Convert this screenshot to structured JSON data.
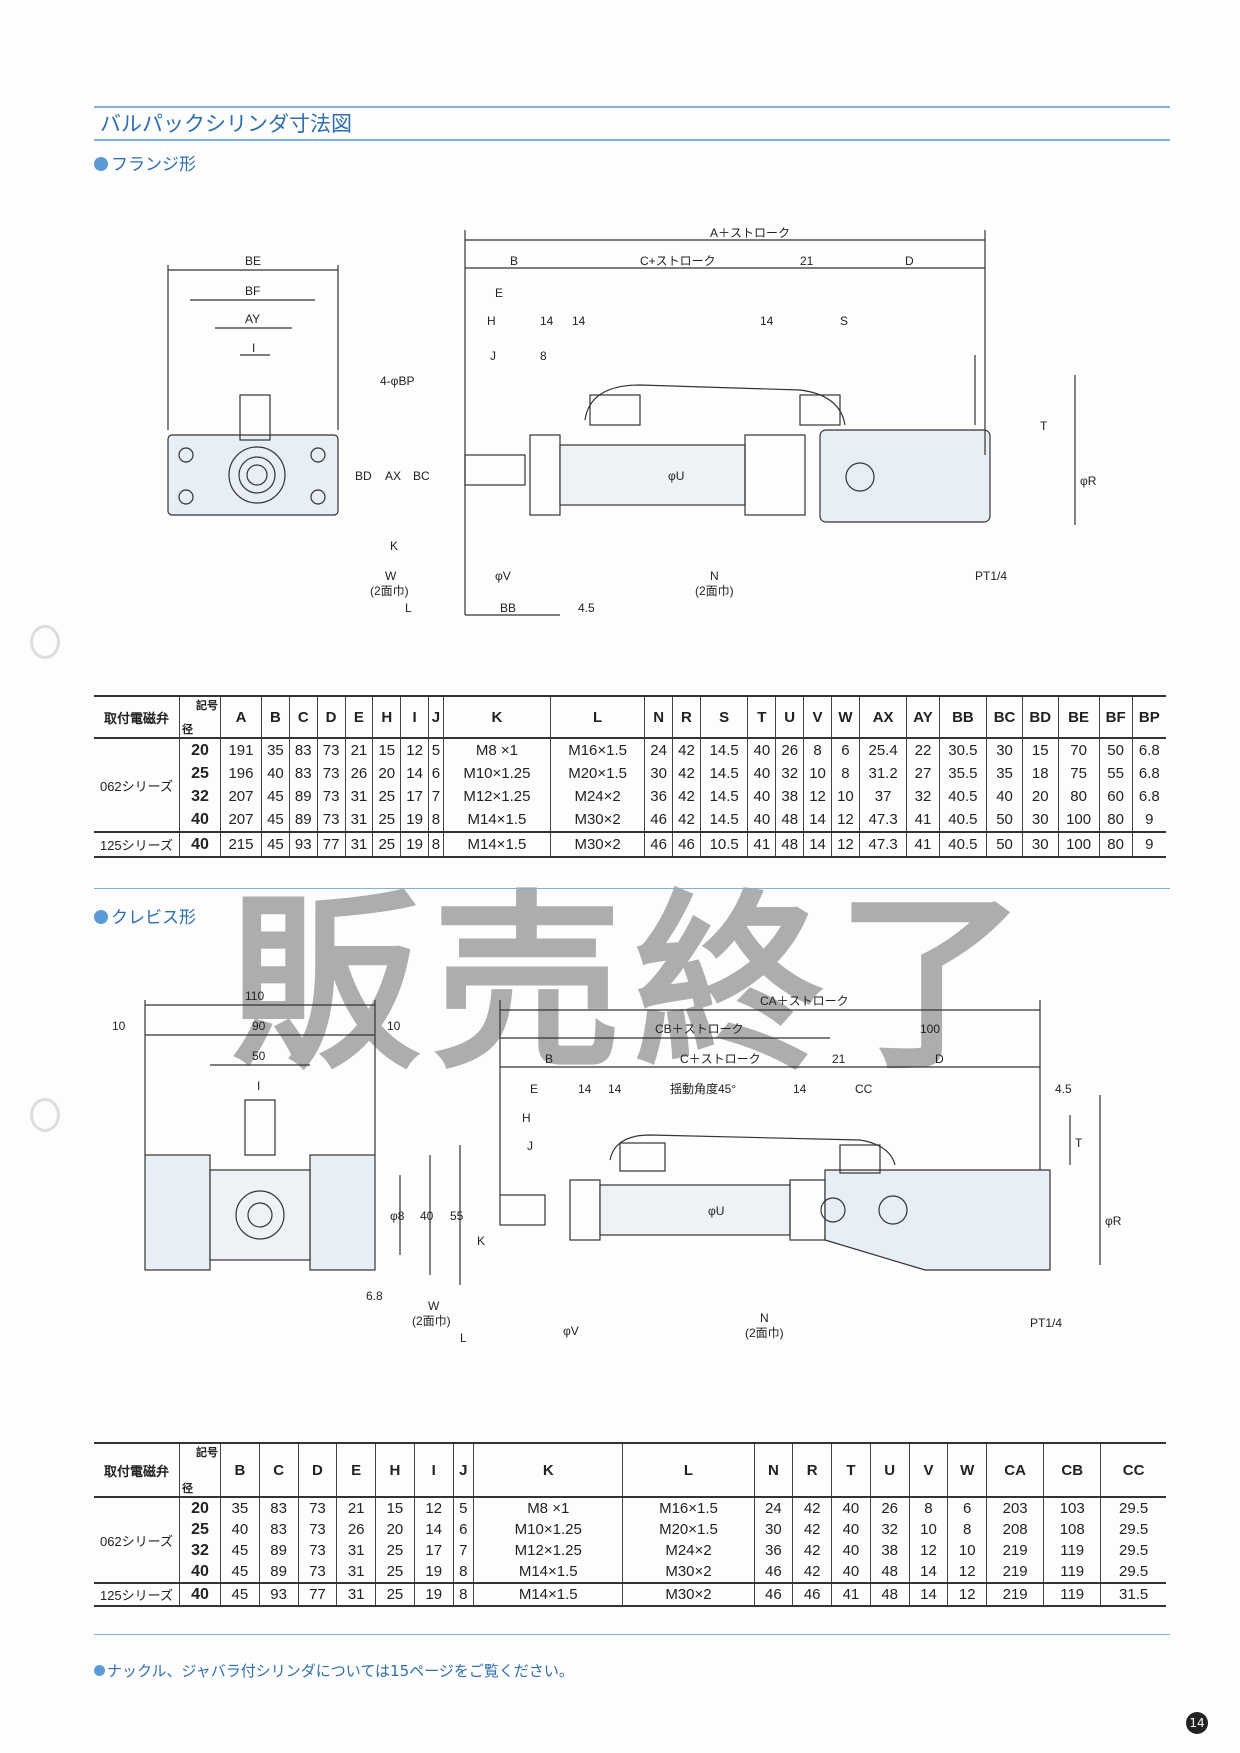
{
  "title": "バルパックシリンダ寸法図",
  "section1": "フランジ形",
  "section2": "クレビス形",
  "watermark": "販売終了",
  "drawing1": {
    "labels": [
      "BE",
      "BF",
      "AY",
      "I",
      "4-φBP",
      "BD",
      "AX",
      "BC",
      "A＋ストローク",
      "B",
      "C+ストローク",
      "21",
      "D",
      "E",
      "H",
      "14",
      "14",
      "J",
      "8",
      "14",
      "S",
      "T",
      "φR",
      "φU",
      "K",
      "W",
      "(2面巾)",
      "L",
      "φV",
      "N",
      "(2面巾)",
      "PT1/4",
      "BB",
      "4.5"
    ]
  },
  "drawing2": {
    "labels": [
      "110",
      "10",
      "90",
      "10",
      "50",
      "I",
      "φ8",
      "40",
      "55",
      "6.8",
      "CA＋ストローク",
      "CB＋ストローク",
      "100",
      "B",
      "C＋ストローク",
      "21",
      "D",
      "E",
      "14",
      "14",
      "揺動角度45°",
      "14",
      "CC",
      "4.5",
      "H",
      "J",
      "T",
      "φR",
      "φU",
      "K",
      "W",
      "(2面巾)",
      "L",
      "φV",
      "N",
      "(2面巾)",
      "PT1/4"
    ]
  },
  "table1": {
    "corner_top": "記号",
    "corner_bottom": "径",
    "headers": [
      "取付電磁弁",
      "",
      "A",
      "B",
      "C",
      "D",
      "E",
      "H",
      "I",
      "J",
      "K",
      "L",
      "N",
      "R",
      "S",
      "T",
      "U",
      "V",
      "W",
      "AX",
      "AY",
      "BB",
      "BC",
      "BD",
      "BE",
      "BF",
      "BP"
    ],
    "rows": [
      [
        "062シリーズ",
        "20",
        "191",
        "35",
        "83",
        "73",
        "21",
        "15",
        "12",
        "5",
        "M8 ×1",
        "M16×1.5",
        "24",
        "42",
        "14.5",
        "40",
        "26",
        "8",
        "6",
        "25.4",
        "22",
        "30.5",
        "30",
        "15",
        "70",
        "50",
        "6.8"
      ],
      [
        "",
        "25",
        "196",
        "40",
        "83",
        "73",
        "26",
        "20",
        "14",
        "6",
        "M10×1.25",
        "M20×1.5",
        "30",
        "42",
        "14.5",
        "40",
        "32",
        "10",
        "8",
        "31.2",
        "27",
        "35.5",
        "35",
        "18",
        "75",
        "55",
        "6.8"
      ],
      [
        "",
        "32",
        "207",
        "45",
        "89",
        "73",
        "31",
        "25",
        "17",
        "7",
        "M12×1.25",
        "M24×2",
        "36",
        "42",
        "14.5",
        "40",
        "38",
        "12",
        "10",
        "37",
        "32",
        "40.5",
        "40",
        "20",
        "80",
        "60",
        "6.8"
      ],
      [
        "",
        "40",
        "207",
        "45",
        "89",
        "73",
        "31",
        "25",
        "19",
        "8",
        "M14×1.5",
        "M30×2",
        "46",
        "42",
        "14.5",
        "40",
        "48",
        "14",
        "12",
        "47.3",
        "41",
        "40.5",
        "50",
        "30",
        "100",
        "80",
        "9"
      ],
      [
        "125シリーズ",
        "40",
        "215",
        "45",
        "93",
        "77",
        "31",
        "25",
        "19",
        "8",
        "M14×1.5",
        "M30×2",
        "46",
        "46",
        "10.5",
        "41",
        "48",
        "14",
        "12",
        "47.3",
        "41",
        "40.5",
        "50",
        "30",
        "100",
        "80",
        "9"
      ]
    ]
  },
  "table2": {
    "corner_top": "記号",
    "corner_bottom": "径",
    "headers": [
      "取付電磁弁",
      "",
      "B",
      "C",
      "D",
      "E",
      "H",
      "I",
      "J",
      "K",
      "L",
      "N",
      "R",
      "T",
      "U",
      "V",
      "W",
      "CA",
      "CB",
      "CC"
    ],
    "rows": [
      [
        "062シリーズ",
        "20",
        "35",
        "83",
        "73",
        "21",
        "15",
        "12",
        "5",
        "M8 ×1",
        "M16×1.5",
        "24",
        "42",
        "40",
        "26",
        "8",
        "6",
        "203",
        "103",
        "29.5"
      ],
      [
        "",
        "25",
        "40",
        "83",
        "73",
        "26",
        "20",
        "14",
        "6",
        "M10×1.25",
        "M20×1.5",
        "30",
        "42",
        "40",
        "32",
        "10",
        "8",
        "208",
        "108",
        "29.5"
      ],
      [
        "",
        "32",
        "45",
        "89",
        "73",
        "31",
        "25",
        "17",
        "7",
        "M12×1.25",
        "M24×2",
        "36",
        "42",
        "40",
        "38",
        "12",
        "10",
        "219",
        "119",
        "29.5"
      ],
      [
        "",
        "40",
        "45",
        "89",
        "73",
        "31",
        "25",
        "19",
        "8",
        "M14×1.5",
        "M30×2",
        "46",
        "42",
        "40",
        "48",
        "14",
        "12",
        "219",
        "119",
        "29.5"
      ],
      [
        "125シリーズ",
        "40",
        "45",
        "93",
        "77",
        "31",
        "25",
        "19",
        "8",
        "M14×1.5",
        "M30×2",
        "46",
        "46",
        "41",
        "48",
        "14",
        "12",
        "219",
        "119",
        "31.5"
      ]
    ]
  },
  "footer_note": "ナックル、ジャバラ付シリンダについては15ページをご覧ください。",
  "page_number": "14"
}
